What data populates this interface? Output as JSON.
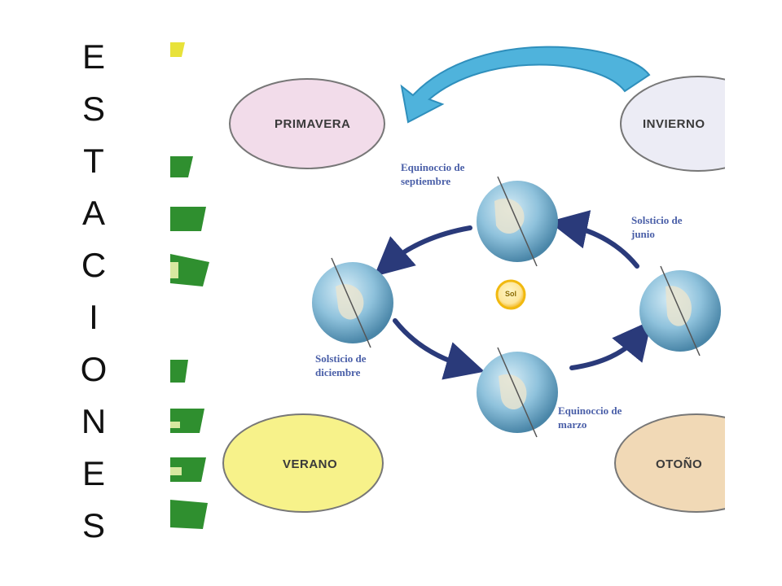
{
  "title_letters": [
    "E",
    "S",
    "T",
    "A",
    "C",
    "I",
    "O",
    "N",
    "E",
    "S"
  ],
  "seasons": {
    "spring": "PRIMAVERA",
    "winter": "INVIERNO",
    "summer": "VERANO",
    "autumn": "OTOÑO"
  },
  "captions": {
    "september": [
      "Equinoccio de",
      "septiembre"
    ],
    "june": [
      "Solsticio de",
      "junio"
    ],
    "december": [
      "Solsticio de",
      "diciembre"
    ],
    "march": [
      "Equinoccio de",
      "marzo"
    ]
  },
  "sun_label": "Sol",
  "colors": {
    "spring_fill": "#f2dcea",
    "winter_fill": "#ececf5",
    "summer_fill": "#f7f28a",
    "autumn_fill": "#f1d9b6",
    "arrow_big": "#4fb3dc",
    "arrow_orbit": "#2a3a7a",
    "sun": "#f6c21a",
    "caption": "#4a5fa8",
    "word_art": "#2f8f2f"
  }
}
